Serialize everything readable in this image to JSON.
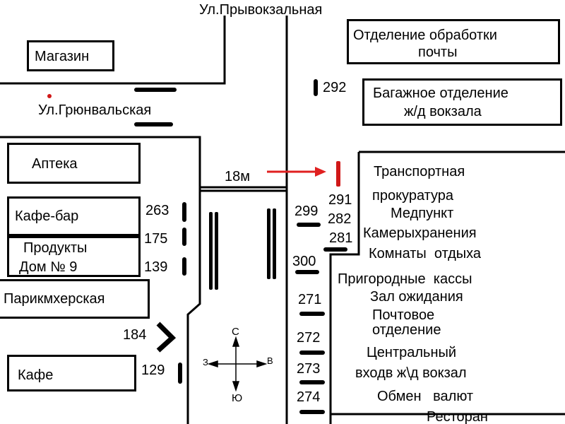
{
  "streets": {
    "north": "Ул.Прывокзальная",
    "west": "Ул.Грюнвальская"
  },
  "distance": "18м",
  "compass": {
    "n": "С",
    "s": "Ю",
    "e": "В",
    "w": "З"
  },
  "west_places": {
    "shop": "Магазин",
    "pharmacy": "Аптека",
    "cafe_bar": "Кафе-бар",
    "groceries": "Продукты",
    "house": "Дом № 9",
    "barber": "Парикмхерская",
    "cafe": "Кафе"
  },
  "east_places": {
    "post_processing_line1": "Отделение обработки",
    "post_processing_line2": "почты",
    "baggage_line1": "Багажное отделение",
    "baggage_line2": "ж/д вокзала",
    "transport": "Транспортная",
    "prosecutor": "прокуратура",
    "medical": "Медпункт",
    "storage": "Камерыхранения",
    "rest_rooms": "Комнаты  отдыха",
    "suburban_tickets": "Пригородные  кассы",
    "waiting_hall": "Зал ожидания",
    "post_office_line1": "Почтовое",
    "post_office_line2": "отделение",
    "central_line1": "Центральный",
    "central_line2": "входв ж\\д вокзал",
    "currency": "Обмен   валют",
    "restaurant": "Ресторан"
  },
  "stops": {
    "s292": "292",
    "s263": "263",
    "s175": "175",
    "s139": "139",
    "s184": "184",
    "s129": "129",
    "s291": "291",
    "s299": "299",
    "s282": "282",
    "s281": "281",
    "s300": "300",
    "s271": "271",
    "s272": "272",
    "s273": "273",
    "s274": "274"
  },
  "colors": {
    "ink": "#000000",
    "arrow": "#e02020",
    "marker": "#d01818"
  }
}
